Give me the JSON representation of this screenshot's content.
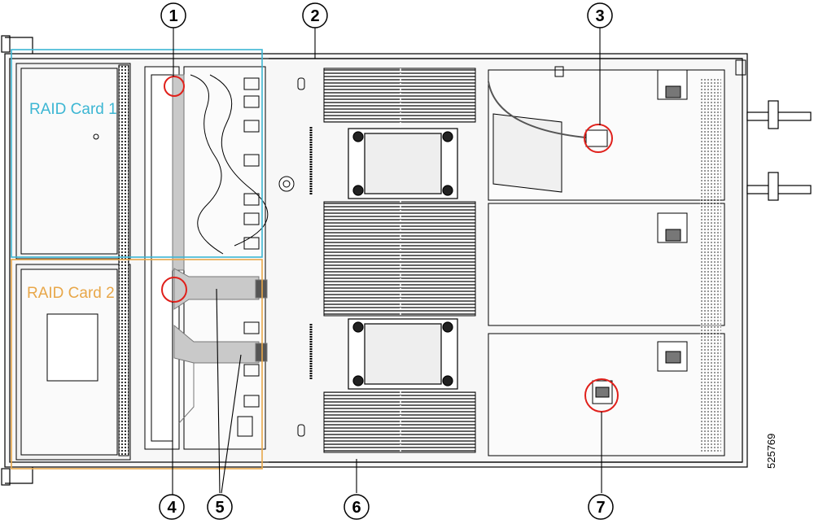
{
  "raid_cards": [
    {
      "label": "RAID Card 1",
      "color": "#3cb6d3"
    },
    {
      "label": "RAID Card 2",
      "color": "#e8a749"
    }
  ],
  "callouts": [
    "1",
    "2",
    "3",
    "4",
    "5",
    "6",
    "7"
  ],
  "doc_number": "525769",
  "colors": {
    "line": "#000000",
    "highlight": "#e0201b",
    "cable": "#c9c9c9",
    "chassis": "#f4f4f4"
  }
}
